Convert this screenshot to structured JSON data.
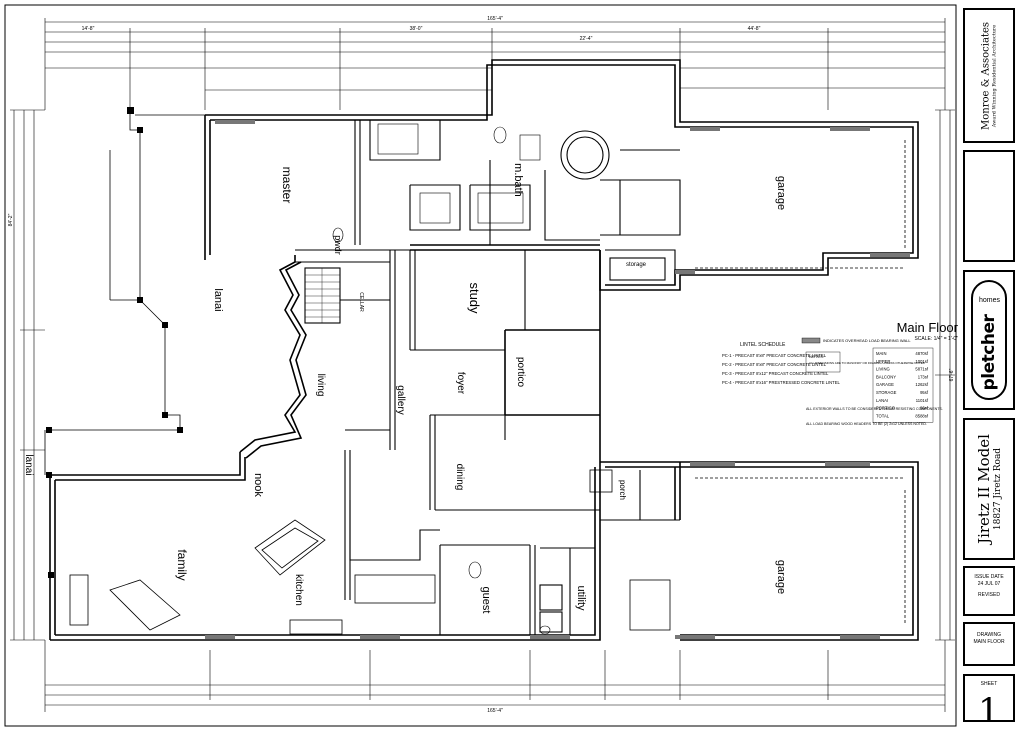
{
  "plan": {
    "title": "Main Floor",
    "scale": "SCALE: 1/4\" = 1'-0\"",
    "rooms": {
      "master": "master",
      "m_bath": "m.bath",
      "garage_top": "garage",
      "garage_bottom": "garage",
      "study": "study",
      "lanai_upper": "lanai",
      "lanai_lower": "lanai",
      "living": "living",
      "powder": "pwdr",
      "gallery": "gallery",
      "foyer": "foyer",
      "portico": "portico",
      "dining": "dining",
      "nook": "nook",
      "family": "family",
      "kitchen": "kitchen",
      "guest": "guest",
      "utility": "utility",
      "storage": "storage",
      "closet_label": "CELLAR",
      "porch": "porch"
    },
    "dimensions": {
      "overall_top": "165'-4\"",
      "overall_bottom": "165'-4\"",
      "top_left": "14'-8\"",
      "top_mid": "38'-0\"",
      "top_right": "44'-8\"",
      "garage_width": "22'-4\"",
      "left_side": "84'-2\"",
      "right_side": "67'-6\""
    },
    "lintel_schedule": {
      "title": "LINTEL SCHEDULE",
      "items": [
        "PC-1 - PRECAST 8'x8\" PRECAST CONCRETE LINTEL",
        "PC-2 - PRECAST 8'x8\" PRECAST CONCRETE LINTEL",
        "PC-3 - PRECAST 8'x12\" PRECAST CONCRETE LINTEL",
        "PC-4 - PRECAST 8'x16\" PRESTRESSED CONCRETE LINTEL"
      ]
    },
    "notes": {
      "legend_title": "INDICATES OVERHEAD LOAD BEARING WALL",
      "note_title": "NOTES:",
      "note_body": "ALL DIMENSIONS ARE TO MASONRY OR FRAMING UNLESS OTHERWISE NOTED",
      "area_rows": [
        {
          "label": "MAIN",
          "value": "4870sf"
        },
        {
          "label": "UPPER",
          "value": "1001sf"
        },
        {
          "label": "LIVING",
          "value": "5871sf"
        },
        {
          "label": "BALCONY",
          "value": "173sf"
        },
        {
          "label": "GARAGE",
          "value": "1262sf"
        },
        {
          "label": "STORAGE",
          "value": "95sf"
        },
        {
          "label": "LANAI",
          "value": "1101sf"
        },
        {
          "label": "PORTICO",
          "value": "86sf"
        },
        {
          "label": "TOTAL",
          "value": "8588sf"
        }
      ],
      "exterior_note": "ALL EXTERIOR WALLS TO BE CONSIDERED SHEAR RESISTING COMPONENTS.",
      "bearing_note": "ALL LOAD BEARING WOOD HEADERS TO BE (2) 2x12 UNLESS NOTED."
    }
  },
  "title_block": {
    "architect": "Monroe & Associates",
    "architect_sub": "Award Winning Residential Architecture",
    "builder_logo": "pletcher",
    "builder_logo_sub": "homes",
    "model_name": "Jiretz II Model",
    "address": "18827 Jiretz Road",
    "issue_label": "ISSUE DATE",
    "issue_date": "24 JUL 07",
    "revised_label": "REVISED",
    "drawing_label": "DRAWING",
    "drawing_name": "MAIN FLOOR",
    "sheet_label": "SHEET",
    "sheet_number": "1"
  }
}
